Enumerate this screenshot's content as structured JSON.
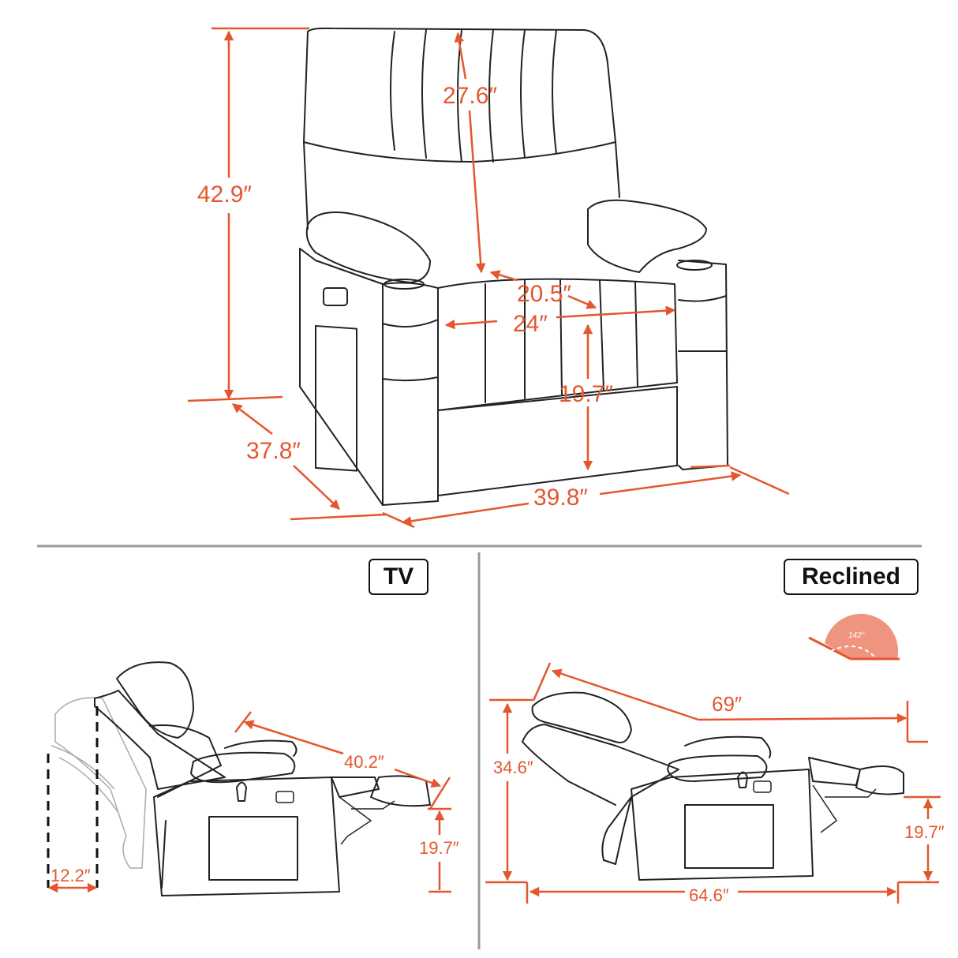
{
  "colors": {
    "dimension": "#e4572e",
    "outline": "#222222",
    "divider": "#999999"
  },
  "front_view": {
    "overall_height": "42.9″",
    "back_height": "27.6″",
    "seat_depth": "20.5″",
    "seat_width": "24″",
    "seat_height": "19.7″",
    "overall_depth": "37.8″",
    "overall_width": "39.8″"
  },
  "tv_view": {
    "title": "TV",
    "wall_clearance": "12.2″",
    "length": "40.2″",
    "footrest_height": "19.7″"
  },
  "reclined_view": {
    "title": "Reclined",
    "angle": "142°",
    "length": "69″",
    "height": "34.6″",
    "depth": "64.6″",
    "footrest_height": "19.7″"
  }
}
